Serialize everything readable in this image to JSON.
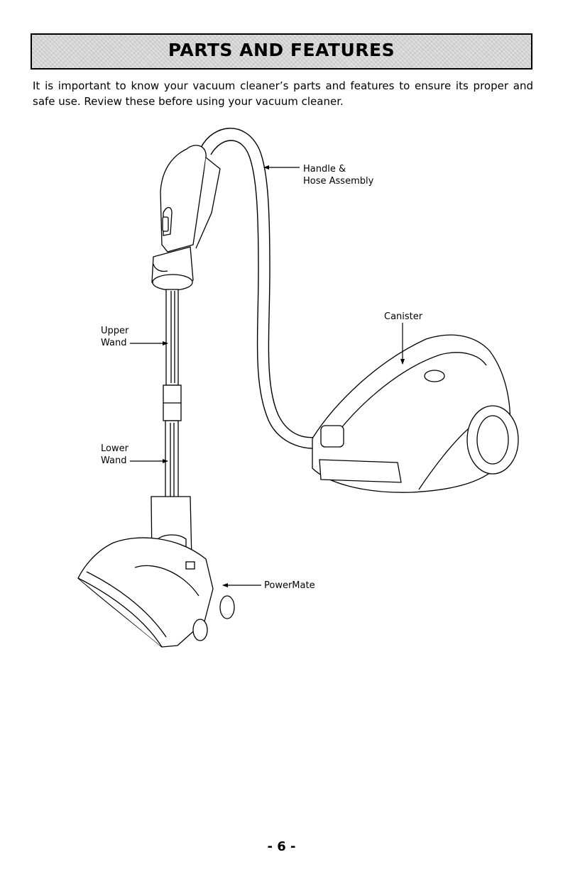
{
  "header": {
    "title": "PARTS AND FEATURES"
  },
  "intro": {
    "text": "It is important to know your vacuum cleaner’s parts and features to ensure its proper and safe use. Review these before using your vacuum cleaner."
  },
  "diagram": {
    "labels": {
      "handle_line1": "Handle &",
      "handle_line2": "Hose Assembly",
      "canister": "Canister",
      "upper_line1": "Upper",
      "upper_line2": "Wand",
      "lower_line1": "Lower",
      "lower_line2": "Wand",
      "powermate": "PowerMate"
    }
  },
  "footer": {
    "page_number": "- 6 -"
  }
}
